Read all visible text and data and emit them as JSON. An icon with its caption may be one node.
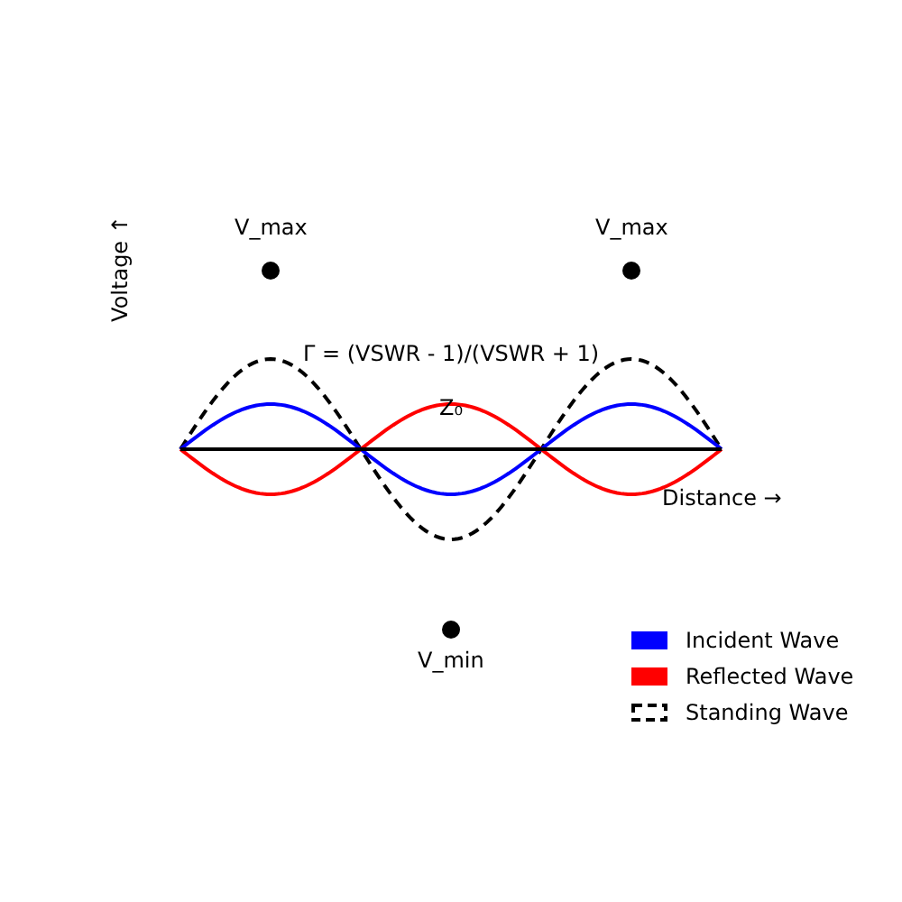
{
  "diagram": {
    "labels": [
      "V_max",
      "V_max",
      "Voltage ↑",
      "Γ = (VSWR - 1)/(VSWR + 1)",
      "Z₀",
      "Distance →",
      "V_min"
    ],
    "legend": [
      {
        "text": "Incident Wave",
        "color": "#0000ff"
      },
      {
        "text": "Reflected Wave",
        "color": "#ff0000"
      },
      {
        "text": "Standing Wave"
      }
    ]
  }
}
